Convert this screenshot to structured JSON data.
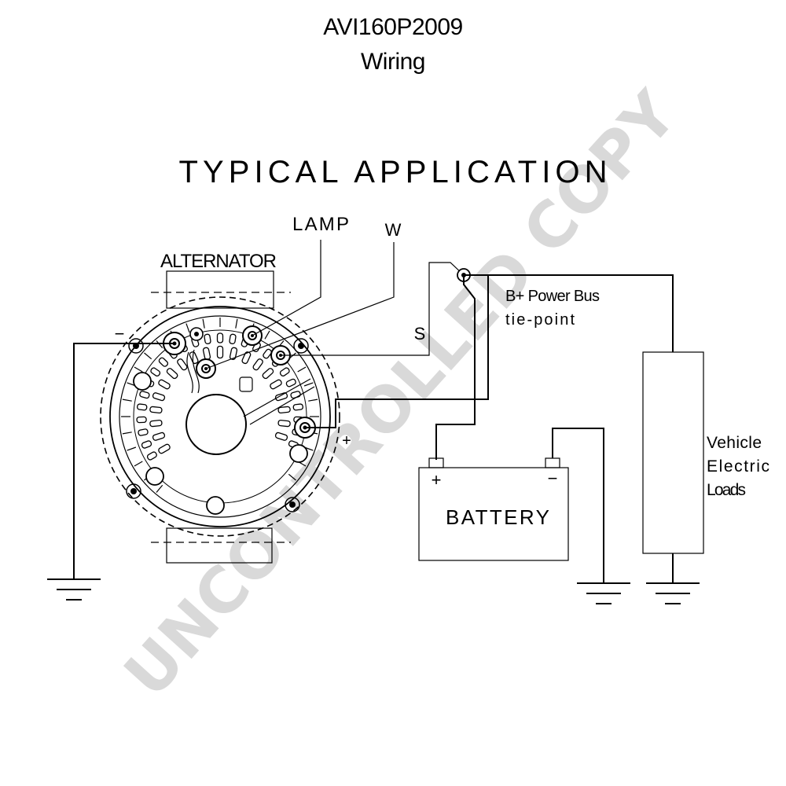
{
  "header": {
    "part_number": "AVI160P2009",
    "subtitle": "Wiring"
  },
  "diagram": {
    "heading": "TYPICAL APPLICATION",
    "labels": {
      "alternator": "ALTERNATOR",
      "lamp": "LAMP",
      "w": "W",
      "s": "S",
      "minus": "−",
      "plus": "+",
      "bplus_line1": "B+ Power Bus",
      "bplus_line2": "tie-point",
      "battery": "BATTERY",
      "battery_plus": "+",
      "battery_minus": "−",
      "loads_line1": "Vehicle",
      "loads_line2": "Electric",
      "loads_line3": "Loads"
    },
    "watermark": "UNCONTROLLED COPY"
  },
  "colors": {
    "line": "#000000",
    "watermark": "#d9d9d9",
    "background": "#ffffff"
  }
}
